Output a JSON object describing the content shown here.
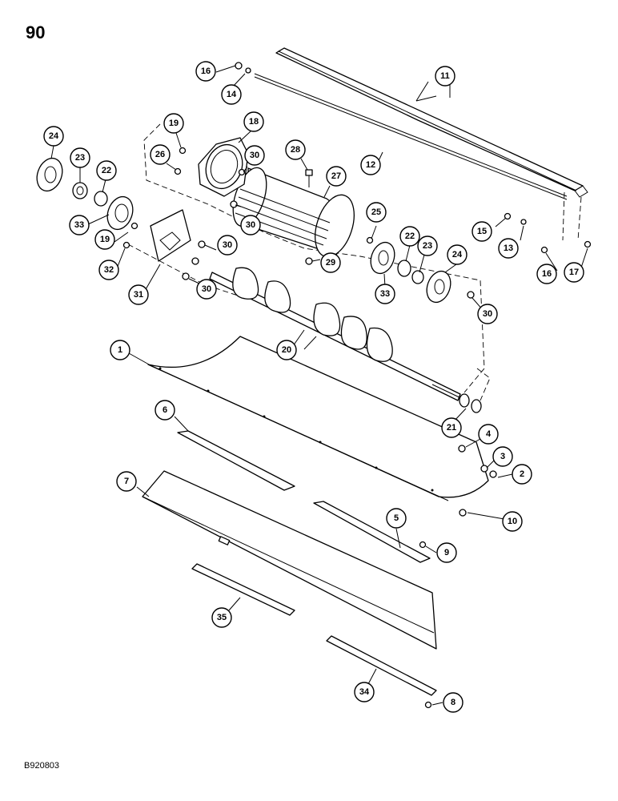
{
  "page": {
    "number": "90",
    "figure_code": "B920803"
  },
  "callouts": [
    {
      "label": "1"
    },
    {
      "label": "2"
    },
    {
      "label": "3"
    },
    {
      "label": "4"
    },
    {
      "label": "5"
    },
    {
      "label": "6"
    },
    {
      "label": "7"
    },
    {
      "label": "8"
    },
    {
      "label": "9"
    },
    {
      "label": "10"
    },
    {
      "label": "11"
    },
    {
      "label": "12"
    },
    {
      "label": "13"
    },
    {
      "label": "14"
    },
    {
      "label": "15"
    },
    {
      "label": "16"
    },
    {
      "label": "16"
    },
    {
      "label": "17"
    },
    {
      "label": "18"
    },
    {
      "label": "19"
    },
    {
      "label": "19"
    },
    {
      "label": "20"
    },
    {
      "label": "21"
    },
    {
      "label": "22"
    },
    {
      "label": "22"
    },
    {
      "label": "23"
    },
    {
      "label": "23"
    },
    {
      "label": "24"
    },
    {
      "label": "24"
    },
    {
      "label": "25"
    },
    {
      "label": "26"
    },
    {
      "label": "27"
    },
    {
      "label": "28"
    },
    {
      "label": "29"
    },
    {
      "label": "30"
    },
    {
      "label": "30"
    },
    {
      "label": "30"
    },
    {
      "label": "30"
    },
    {
      "label": "30"
    },
    {
      "label": "31"
    },
    {
      "label": "32"
    },
    {
      "label": "33"
    },
    {
      "label": "33"
    },
    {
      "label": "34"
    },
    {
      "label": "35"
    }
  ]
}
